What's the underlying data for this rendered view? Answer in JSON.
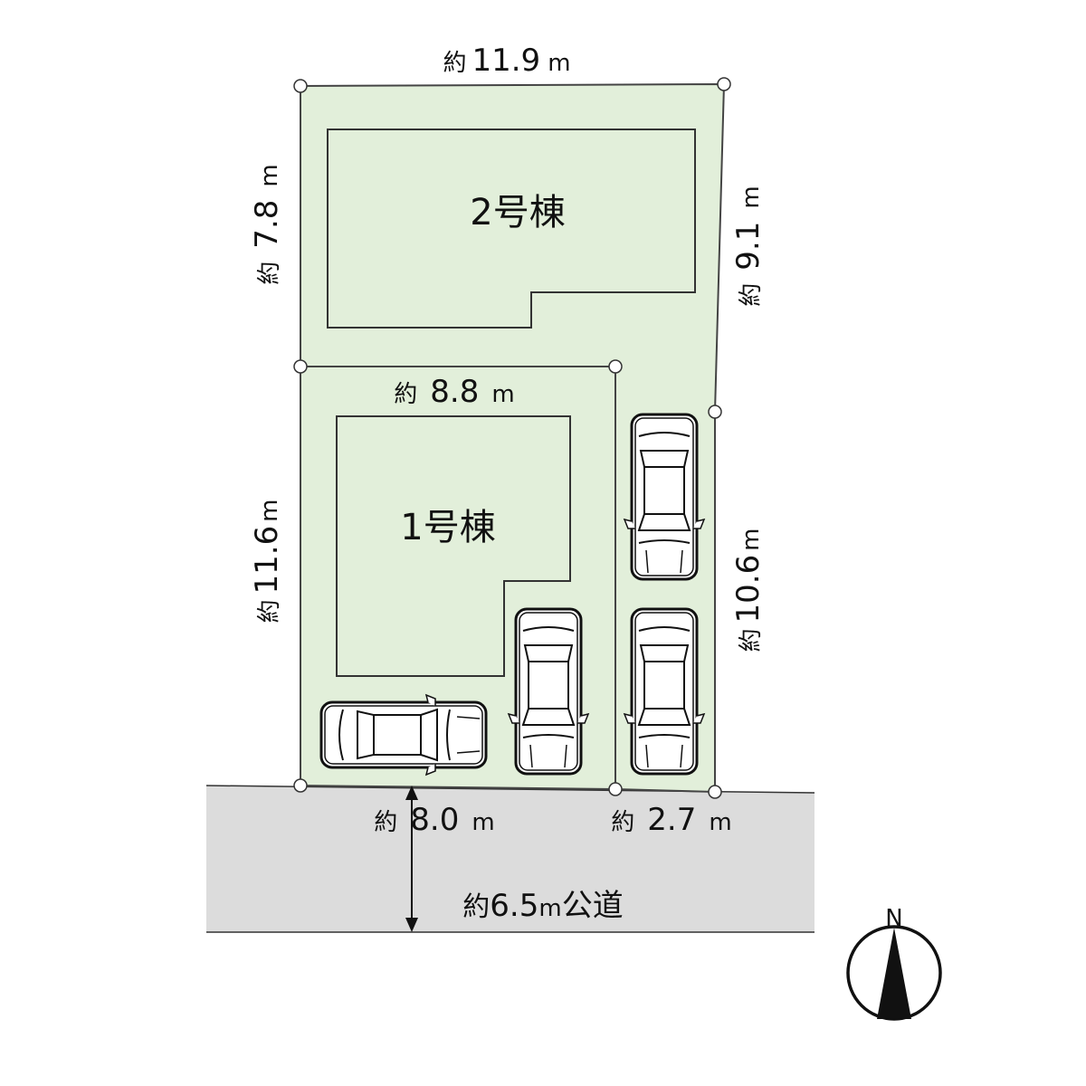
{
  "colors": {
    "lot": "#e2efda",
    "road": "#dcdcdc",
    "line": "#333333"
  },
  "buildings": [
    {
      "label": "2号棟"
    },
    {
      "label": "1号棟"
    }
  ],
  "dimensions": {
    "top": {
      "prefix": "約",
      "value": "11.9",
      "unit": "m"
    },
    "left_upper": {
      "prefix": "約",
      "value": "7.8",
      "unit": "m"
    },
    "right_upper": {
      "prefix": "約",
      "value": "9.1",
      "unit": "m"
    },
    "lot1_top": {
      "prefix": "約",
      "value": "8.8",
      "unit": "m"
    },
    "left_lower": {
      "prefix": "約",
      "value": "11.6",
      "unit": "m"
    },
    "right_lower": {
      "prefix": "約",
      "value": "10.6",
      "unit": "m"
    },
    "bottom_left": {
      "prefix": "約",
      "value": "8.0",
      "unit": "m"
    },
    "bottom_right": {
      "prefix": "約",
      "value": "2.7",
      "unit": "m"
    }
  },
  "road": {
    "prefix": "約",
    "value": "6.5",
    "unit": "m",
    "label": "公道"
  },
  "compass": {
    "label": "N"
  }
}
